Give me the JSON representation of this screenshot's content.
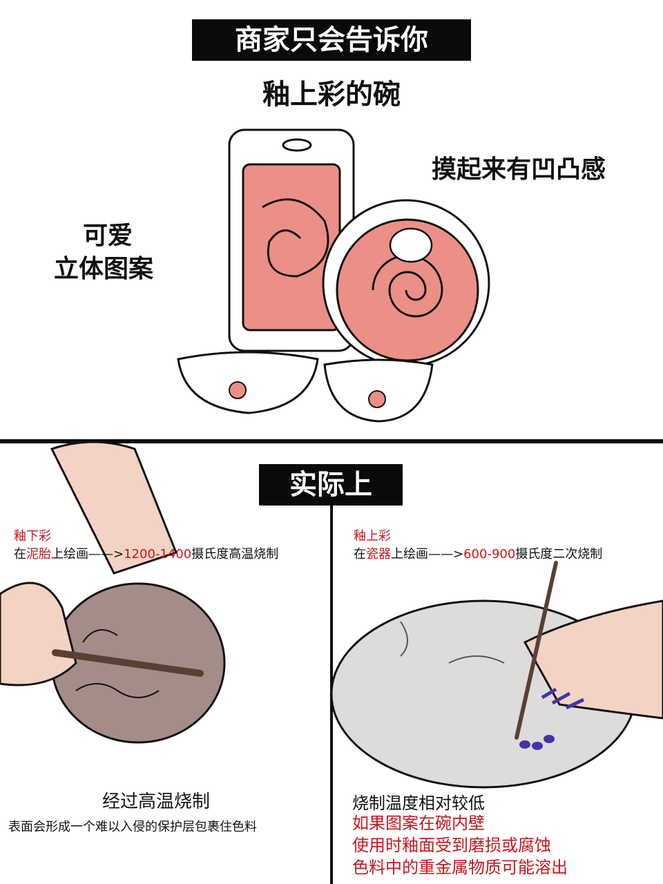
{
  "top": {
    "title": "商家只会告诉你",
    "subtitle": "釉上彩的碗",
    "note_right": "摸起来有凹凸感",
    "note_left_1": "可爱",
    "note_left_2": "立体图案"
  },
  "bottom": {
    "title": "实际上",
    "left": {
      "label": "釉下彩",
      "line_prefix": "在",
      "line_material": "泥胎",
      "line_mid": "上绘画——>",
      "line_temp": "1200-1400",
      "line_suffix": "摄氏度高温烧制",
      "caption": "经过高温烧制",
      "detail": "表面会形成一个难以入侵的保护层包裹住色料"
    },
    "right": {
      "label": "釉上彩",
      "line_prefix": "在",
      "line_material": "瓷器",
      "line_mid": "上绘画——>",
      "line_temp": "600-900",
      "line_suffix": "摄氏度二次烧制",
      "caption": "烧制温度相对较低",
      "warnings": [
        "如果图案在碗内壁",
        "使用时釉面受到磨损或腐蚀",
        "色料中的重金属物质可能溶出"
      ]
    }
  },
  "colors": {
    "accent_red": "#c8161d",
    "pink": "#ec8f87",
    "skin": "#f3d3c3",
    "clay": "#a48d88",
    "porcelain": "#dedbdb"
  }
}
